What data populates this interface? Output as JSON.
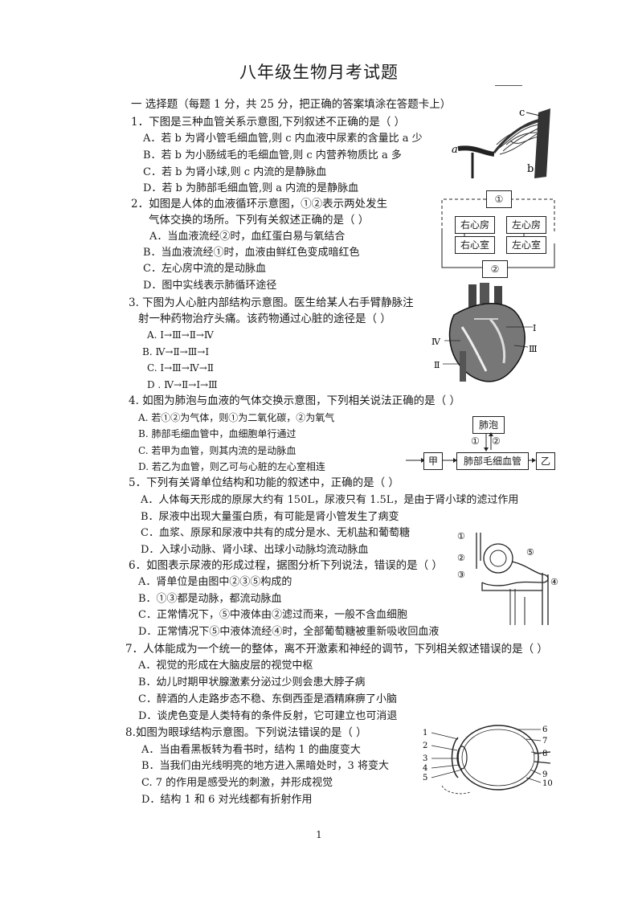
{
  "doc": {
    "title": "八年级生物月考试题",
    "page_number": "1"
  },
  "section": {
    "heading": "一 选择题（每题 1 分，共 25 分，把正确的答案填涂在答题卡上）"
  },
  "questions": [
    {
      "lines": [
        "1．下图是三种血管关系示意图,下列叙述不正确的是（    ）"
      ],
      "options": [
        "A．若 b 为肾小管毛细血管,则 c 内血液中尿素的含量比 a 少",
        "B．若 b 为小肠绒毛的毛细血管,则 c 内营养物质比 a 多",
        "C．若 b 为肾小球,则 c 内流的是静脉血",
        "D．若 b 为肺部毛细血管,则 a 内流的是静脉血"
      ],
      "figure_labels": [
        "a",
        "b",
        "c"
      ]
    },
    {
      "lines": [
        "2．如图是人体的血液循环示意图，①②表示两处发生",
        "气体交换的场所。下列有关叙述正确的是（    ）"
      ],
      "options": [
        "A．当血液流经②时，血红蛋白易与氧结合",
        "B．当血液流经①时，血液由鲜红色变成暗红色",
        "C．左心房中流的是动脉血",
        "D．图中实线表示肺循环途径"
      ],
      "figure_labels": [
        "①",
        "右心房",
        "左心房",
        "右心室",
        "左心室",
        "②"
      ]
    },
    {
      "lines": [
        "3. 下图为人心脏内部结构示意图。医生给某人右手臂静脉注",
        "射一种药物治疗头痛。该药物通过心脏的途径是（    ）"
      ],
      "options": [
        "A. Ⅰ→Ⅲ→Ⅱ→Ⅳ",
        "B.  Ⅳ→Ⅱ→Ⅲ→Ⅰ",
        "C.  Ⅰ→Ⅲ→Ⅳ→Ⅱ",
        "D . Ⅳ→Ⅱ→Ⅰ→Ⅲ"
      ],
      "figure_labels": [
        "Ⅰ",
        "Ⅲ",
        "Ⅳ",
        "Ⅱ"
      ]
    },
    {
      "lines": [
        "4. 如图为肺泡与血液的气体交换示意图，下列相关说法正确的是（       ）"
      ],
      "options": [
        "A. 若①②为气体，则①为二氧化碳，②为氧气",
        "B. 肺部毛细血管中，血细胞单行通过",
        "C. 若甲为血管，则其内流的是动脉血",
        "D. 若乙为血管，则乙可与心脏的左心室相连"
      ],
      "figure_labels": [
        "肺泡",
        "①",
        "②",
        "甲",
        "肺部毛细血管",
        "乙"
      ]
    },
    {
      "lines": [
        "5．下列有关肾单位结构和功能的叙述中，正确的是（      ）"
      ],
      "options": [
        "A．人体每天形成的原尿大约有 150L，尿液只有 1.5L，是由于肾小球的滤过作用",
        "B．尿液中出现大量蛋白质，有可能是肾小管发生了病变",
        "C．血浆、原尿和尿液中共有的成分是水、无机盐和葡萄糖",
        "D．入球小动脉、肾小球、出球小动脉均流动脉血"
      ],
      "figure_labels": [
        "①",
        "②",
        "③",
        "④",
        "⑤"
      ]
    },
    {
      "lines": [
        "6．如图表示尿液的形成过程，据图分析下列说法，错误的是（       ）"
      ],
      "options": [
        "A．肾单位是由图中②③⑤构成的",
        "B．①③都是动脉，都流动脉血",
        "C．正常情况下，⑤中液体由②滤过而来，一般不含血细胞",
        "D．正常情况下⑤中液体流经④时，全部葡萄糖被重新吸收回血液"
      ]
    },
    {
      "lines": [
        "7．人体能成为一个统一的整体，离不开激素和神经的调节，下列相关叙述错误的是（      ）"
      ],
      "options": [
        "A．视觉的形成在大脑皮层的视觉中枢",
        "B．幼儿时期甲状腺激素分泌过少则会患大脖子病",
        "C．醉酒的人走路步态不稳、东倒西歪是酒精麻痹了小脑",
        "D．谈虎色变是人类特有的条件反射，它可建立也可消退"
      ]
    },
    {
      "lines": [
        "8.如图为眼球结构示意图。下列说法错误的是（       ）"
      ],
      "options": [
        "A．当由看黑板转为看书时，结构 1 的曲度变大",
        "B．当我们由光线明亮的地方进入黑暗处时，3 将变大",
        "C. 7 的作用是感受光的刺激，并形成视觉",
        "D．结构 1 和 6 对光线都有折射作用"
      ],
      "figure_labels": [
        "1",
        "2",
        "3",
        "4",
        "5",
        "6",
        "7",
        "8",
        "9",
        "10"
      ]
    }
  ]
}
